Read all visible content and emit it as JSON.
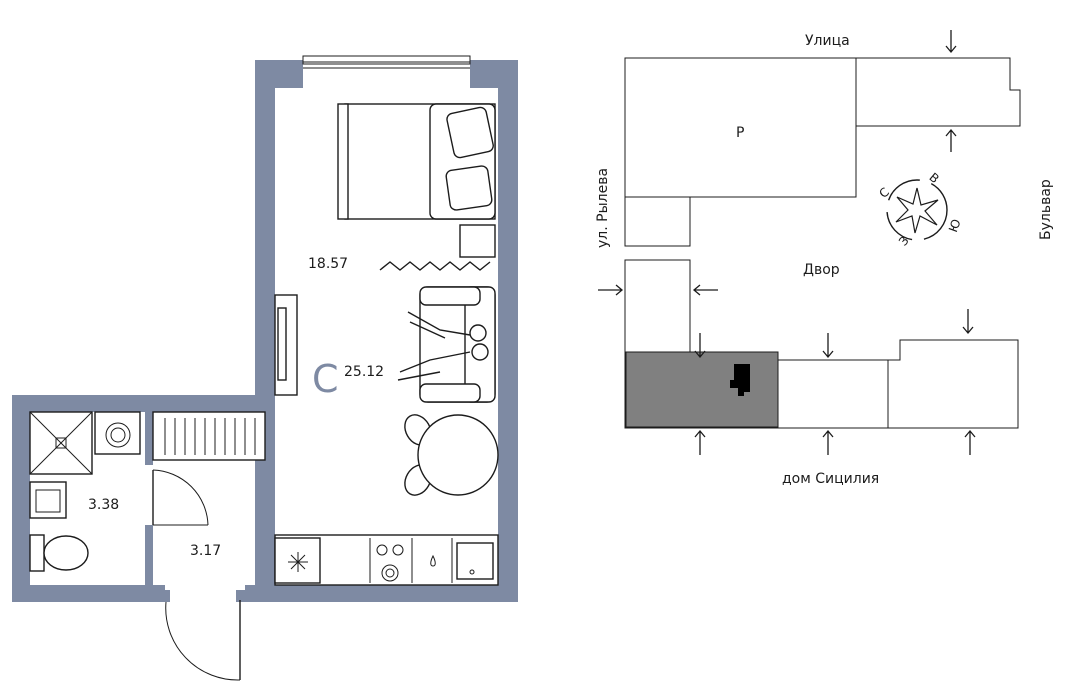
{
  "floorplan": {
    "areas": {
      "room": "18.57",
      "total": "25.12",
      "bathroom": "3.38",
      "hall": "3.17"
    },
    "type_letter": "С"
  },
  "siteplan": {
    "building_label": "Р",
    "street_top": "Улица",
    "street_left": "ул. Рылева",
    "street_right": "Бульвар",
    "courtyard": "Двор",
    "neighbor_bottom": "дом Сицилия",
    "compass": {
      "n": "С",
      "e": "В",
      "s": "Ю",
      "w": "З"
    }
  },
  "colors": {
    "wall": "#7e8aa3",
    "selected_section": "#808080",
    "line": "#1c1c1c"
  }
}
